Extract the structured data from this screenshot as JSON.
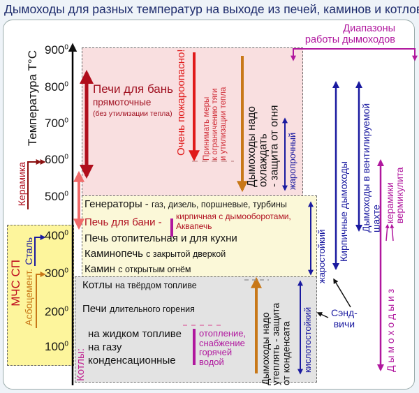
{
  "title": "Дымоходы для разных температур на выходе из печей, каминов и котлов",
  "axis": {
    "label": "Температура T°C",
    "ticks": [
      "900",
      "800",
      "700",
      "600",
      "500",
      "400",
      "300",
      "200",
      "100"
    ],
    "degree": "0"
  },
  "ranges_header": {
    "line1": "Диапазоны",
    "line2": "работы дымоходов"
  },
  "pink_zone": {
    "bath_title": "Печи для бань",
    "bath_sub": "прямоточные",
    "bath_note": "(без утилизации тепла)",
    "danger": "Очень пожароопасно!",
    "measures": [
      "Принимать меры",
      "к ограничению тяги",
      "и утилизации тепла"
    ],
    "cool": [
      "Дымоходы надо",
      "охлаждать",
      "- защита от огня"
    ],
    "heatproof": "жаропрочный"
  },
  "yellow_zone": {
    "generators_main": "Генераторы -",
    "generators_sub": "газ, дизель, поршневые, турбины",
    "bath_main": "Печь для бани -",
    "bath_sub1": "кирпичная с дымооборотами,",
    "bath_sub2": "Аквапечь",
    "heating": "Печь отопительная и  для кухни",
    "stove_main": "Каминопечь",
    "stove_sub": "с закрытой дверкой",
    "fireplace_main": "Камин",
    "fireplace_sub": "с открытым огнём",
    "heat_resistant": "жаростойкий"
  },
  "grey_zone": {
    "solid_main": "Котлы",
    "solid_sub": "на твёрдом топливе",
    "long_main": "Печи",
    "long_sub": "длительного горения",
    "boilers_label": "Котлы:",
    "liquid": "на жидком топливе",
    "gas": "на газу",
    "condensing": "конденсационные",
    "purpose": [
      "отопление,",
      "снабжение",
      "горячей",
      "водой"
    ],
    "insulate": [
      "Дымоходы надо",
      "утеплять - защита",
      "от конденсата"
    ],
    "acid_resistant": "кислотостойкий"
  },
  "left_zone": {
    "ceramics": "Керамика",
    "mchs": "МЧС СП",
    "steel": "Сталь",
    "asbestos": "Асбоцемент."
  },
  "right": {
    "brick": "Кирпичные дымоходы",
    "shaft": [
      "Дымоходы в вентилируемой",
      "шахте"
    ],
    "ceramic_main": "Д ы м о х о д ы    и з",
    "ceramic_sub": [
      "керамики",
      "вермикулита"
    ],
    "sandwich": [
      "Сэнд-",
      "вичи"
    ]
  },
  "colors": {
    "pink": "#f9dfe0",
    "yellow": "#fbf8d8",
    "grey": "#e3e3e3",
    "mchs": "#fdf59c",
    "red": "#c8101e",
    "orange": "#c87818",
    "blue": "#1a1aa0",
    "magenta": "#b0179e",
    "title": "#1c2a6b"
  }
}
